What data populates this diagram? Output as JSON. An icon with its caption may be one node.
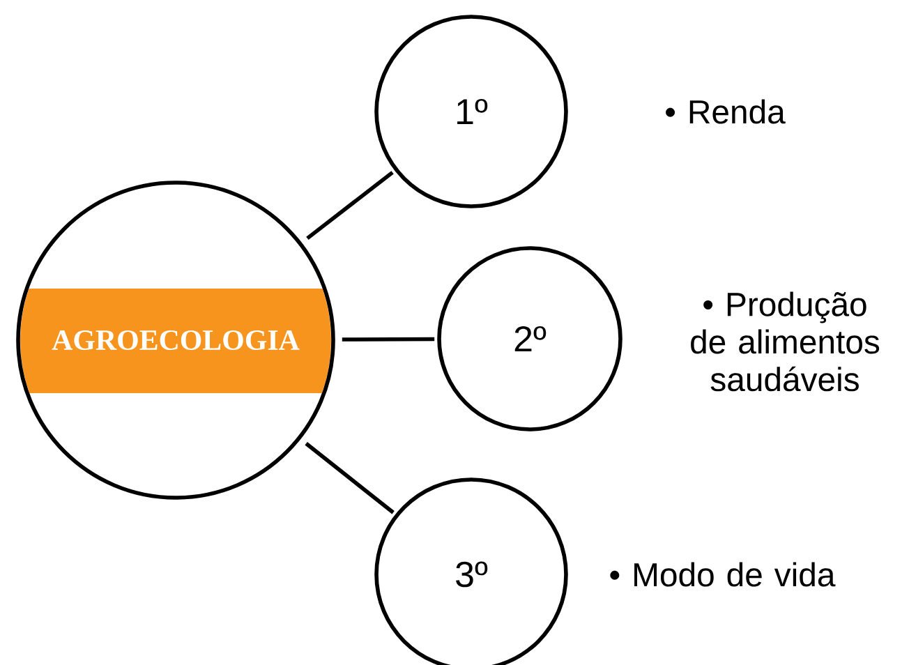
{
  "diagram": {
    "nodes": [
      {
        "text": [
          "AGROECOLOGIA"
        ]
      },
      {
        "text": [
          "1º"
        ]
      },
      {
        "text": [
          "2º"
        ]
      },
      {
        "text": [
          "3º"
        ]
      }
    ],
    "edges": [
      {
        "from": 0,
        "to": 1,
        "arrow": "none"
      },
      {
        "from": 0,
        "to": 2,
        "arrow": "none"
      },
      {
        "from": 0,
        "to": 3,
        "arrow": "none"
      }
    ],
    "labels": [
      "• Renda",
      "• Produção de alimentos saudáveis",
      "• Modo de vida"
    ]
  }
}
